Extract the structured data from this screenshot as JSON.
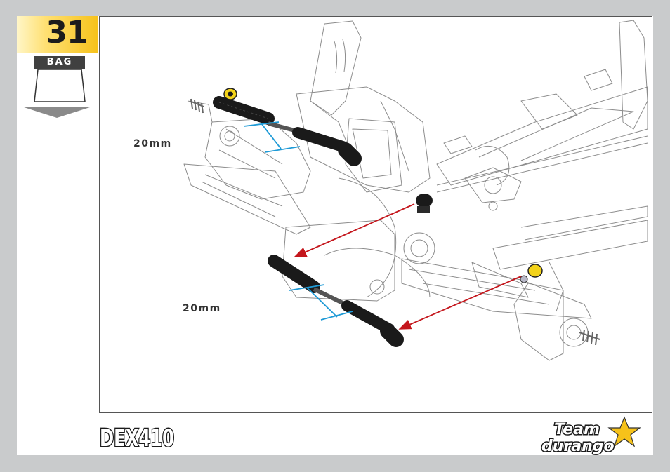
{
  "step": {
    "number": "31",
    "bag_label": "BAG"
  },
  "dimensions": {
    "upper_turnbuckle": "20mm",
    "lower_turnbuckle": "20mm"
  },
  "model": {
    "name": "DEX410"
  },
  "brand": {
    "line1": "Team",
    "line2": "durango"
  },
  "colors": {
    "background": "#c9cbcc",
    "step_badge": "#f6c21a",
    "bag_label_bg": "#404040",
    "dimension_lines": "#1e9ad6",
    "assembly_arrows": "#c4161c",
    "rod_end_parts": "#1a1a1a",
    "ball_stud_highlight": "#f3d31a"
  }
}
